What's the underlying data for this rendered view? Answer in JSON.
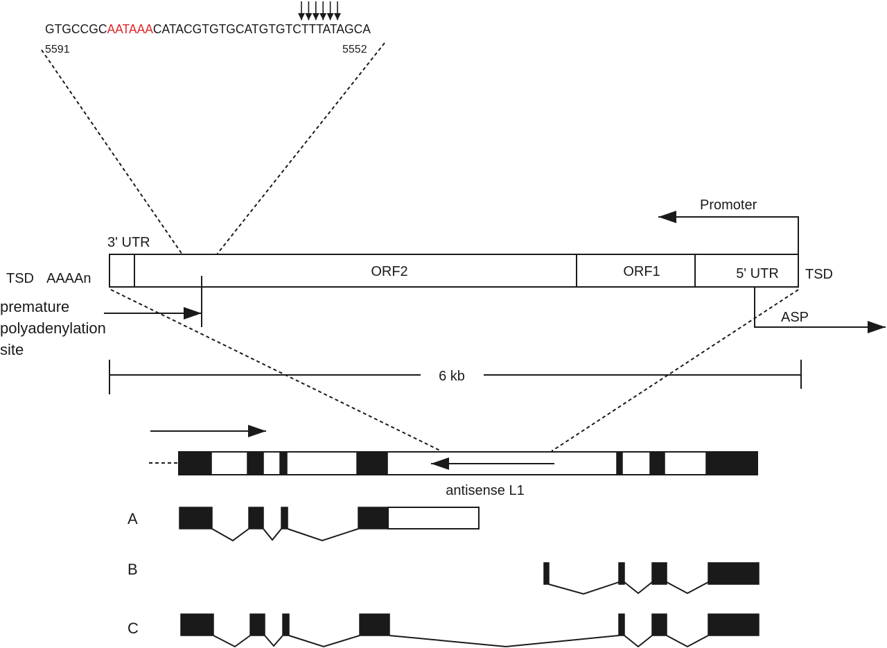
{
  "sequence": {
    "before": "GTGCCGC",
    "signal": "AATAAA",
    "after": "CATACGTGTGCATGTGTCTTTATAGCA",
    "signal_color": "#e0262b",
    "start_pos": "5591",
    "end_pos": "5552",
    "cleavage_arrows": 6
  },
  "element": {
    "utr3_label": "3' UTR",
    "orf2_label": "ORF2",
    "orf1_label": "ORF1",
    "utr5_label": "5' UTR",
    "tsd_left": "TSD",
    "polya": "AAAAn",
    "tsd_right": "TSD",
    "promoter_label": "Promoter",
    "asp_label": "ASP",
    "premature_label_lines": [
      "premature",
      "polyadenylation",
      "site"
    ]
  },
  "scale": {
    "label": "6 kb"
  },
  "gene": {
    "antisense_label": "antisense L1"
  },
  "transcripts": [
    {
      "label": "A"
    },
    {
      "label": "B"
    },
    {
      "label": "C"
    }
  ],
  "colors": {
    "ink": "#1a1a1a",
    "highlight": "#e0262b"
  }
}
